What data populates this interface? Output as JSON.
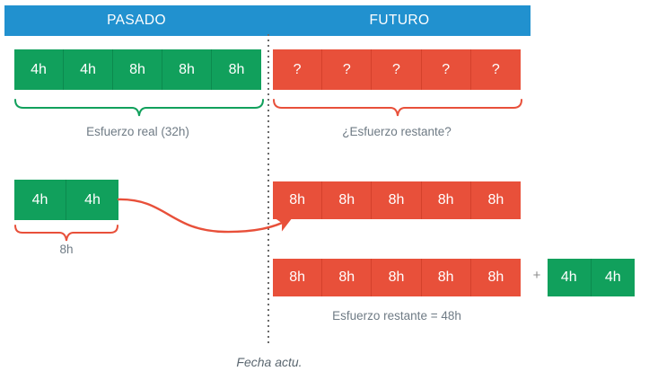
{
  "header": {
    "past_label": "PASADO",
    "future_label": "FUTURO",
    "bar_color": "#2191cf"
  },
  "colors": {
    "green": "#11a05c",
    "red": "#e8503a",
    "blue": "#2191cf",
    "caption_gray": "#6f7b85",
    "divider_gray": "#6b6b6b"
  },
  "rows": {
    "past_actual": {
      "cells": [
        "4h",
        "4h",
        "8h",
        "8h",
        "8h"
      ],
      "color": "green"
    },
    "future_unknown": {
      "cells": [
        "?",
        "?",
        "?",
        "?",
        "?"
      ],
      "color": "red"
    },
    "past_extra": {
      "cells": [
        "4h",
        "4h"
      ],
      "color": "green"
    },
    "future_estimate": {
      "cells": [
        "8h",
        "8h",
        "8h",
        "8h",
        "8h"
      ],
      "color": "red"
    },
    "future_total": {
      "cells": [
        "8h",
        "8h",
        "8h",
        "8h",
        "8h"
      ],
      "color": "red"
    },
    "future_addend": {
      "cells": [
        "4h",
        "4h"
      ],
      "color": "green"
    }
  },
  "captions": {
    "past_effort": "Esfuerzo real (32h)",
    "future_effort": "¿Esfuerzo restante?",
    "extra_hours": "8h",
    "remaining_effort": "Esfuerzo restante = 48h",
    "current_date": "Fecha actu.",
    "plus": "+"
  },
  "icons": {
    "divider": "dotted-vertical-line",
    "arrow": "curved-arrow-right",
    "brace_past": "curly-brace-green",
    "brace_future": "curly-brace-red",
    "brace_extra": "curly-brace-red-small"
  }
}
